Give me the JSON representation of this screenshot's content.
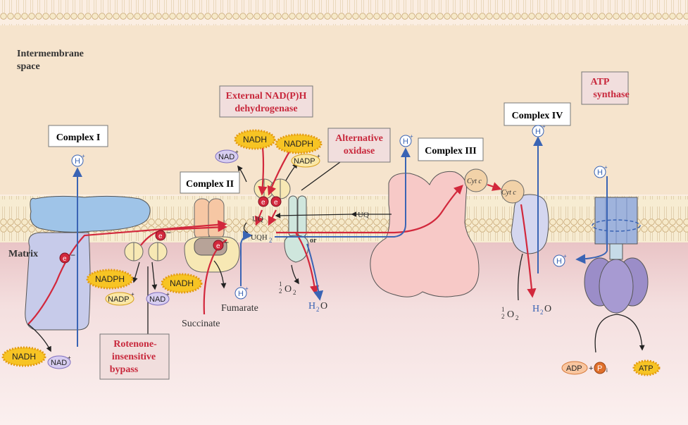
{
  "regions": {
    "intermembrane": [
      "Intermembrane",
      "space"
    ],
    "matrix": "Matrix"
  },
  "complexes": {
    "complex_i": "Complex I",
    "complex_ii": "Complex II",
    "complex_iii": "Complex III",
    "complex_iv": "Complex IV",
    "external_nadph": [
      "External NAD(P)H",
      "dehydrogenase"
    ],
    "alternative_oxidase": [
      "Alternative",
      "oxidase"
    ],
    "atp_synthase": [
      "ATP",
      "synthase"
    ],
    "rotenone": [
      "Rotenone-",
      "insensitive",
      "bypass"
    ]
  },
  "metabolites": {
    "nadh": "NADH",
    "nadph": "NADPH",
    "nad_plus": "NAD",
    "nadp_plus": "NADP",
    "plus": "+",
    "hplus": "H",
    "electron": "e",
    "minus": "−",
    "uq": "UQ",
    "uqh2": "UQH",
    "two": "2",
    "cyt_c": "Cyt c",
    "succinate": "Succinate",
    "fumarate": "Fumarate",
    "or": "or",
    "half": "1",
    "half_den": "2",
    "o2": "O",
    "h2o": "H",
    "h2o_tail": "O",
    "adp": "ADP",
    "pi": "P",
    "pi_sub": "i",
    "atp": "ATP"
  },
  "colors": {
    "proton_blue": "#3a64b4",
    "electron_red": "#d2283c",
    "membrane_band": "#f3dec4",
    "matrix_pink": "#f1d3d3",
    "label_red": "#c8283c",
    "complex_i_blue": "#9fc4e8",
    "complex_iii_pink": "#f7c9c7",
    "atp_synthase_purple": "#9b8dc8"
  }
}
